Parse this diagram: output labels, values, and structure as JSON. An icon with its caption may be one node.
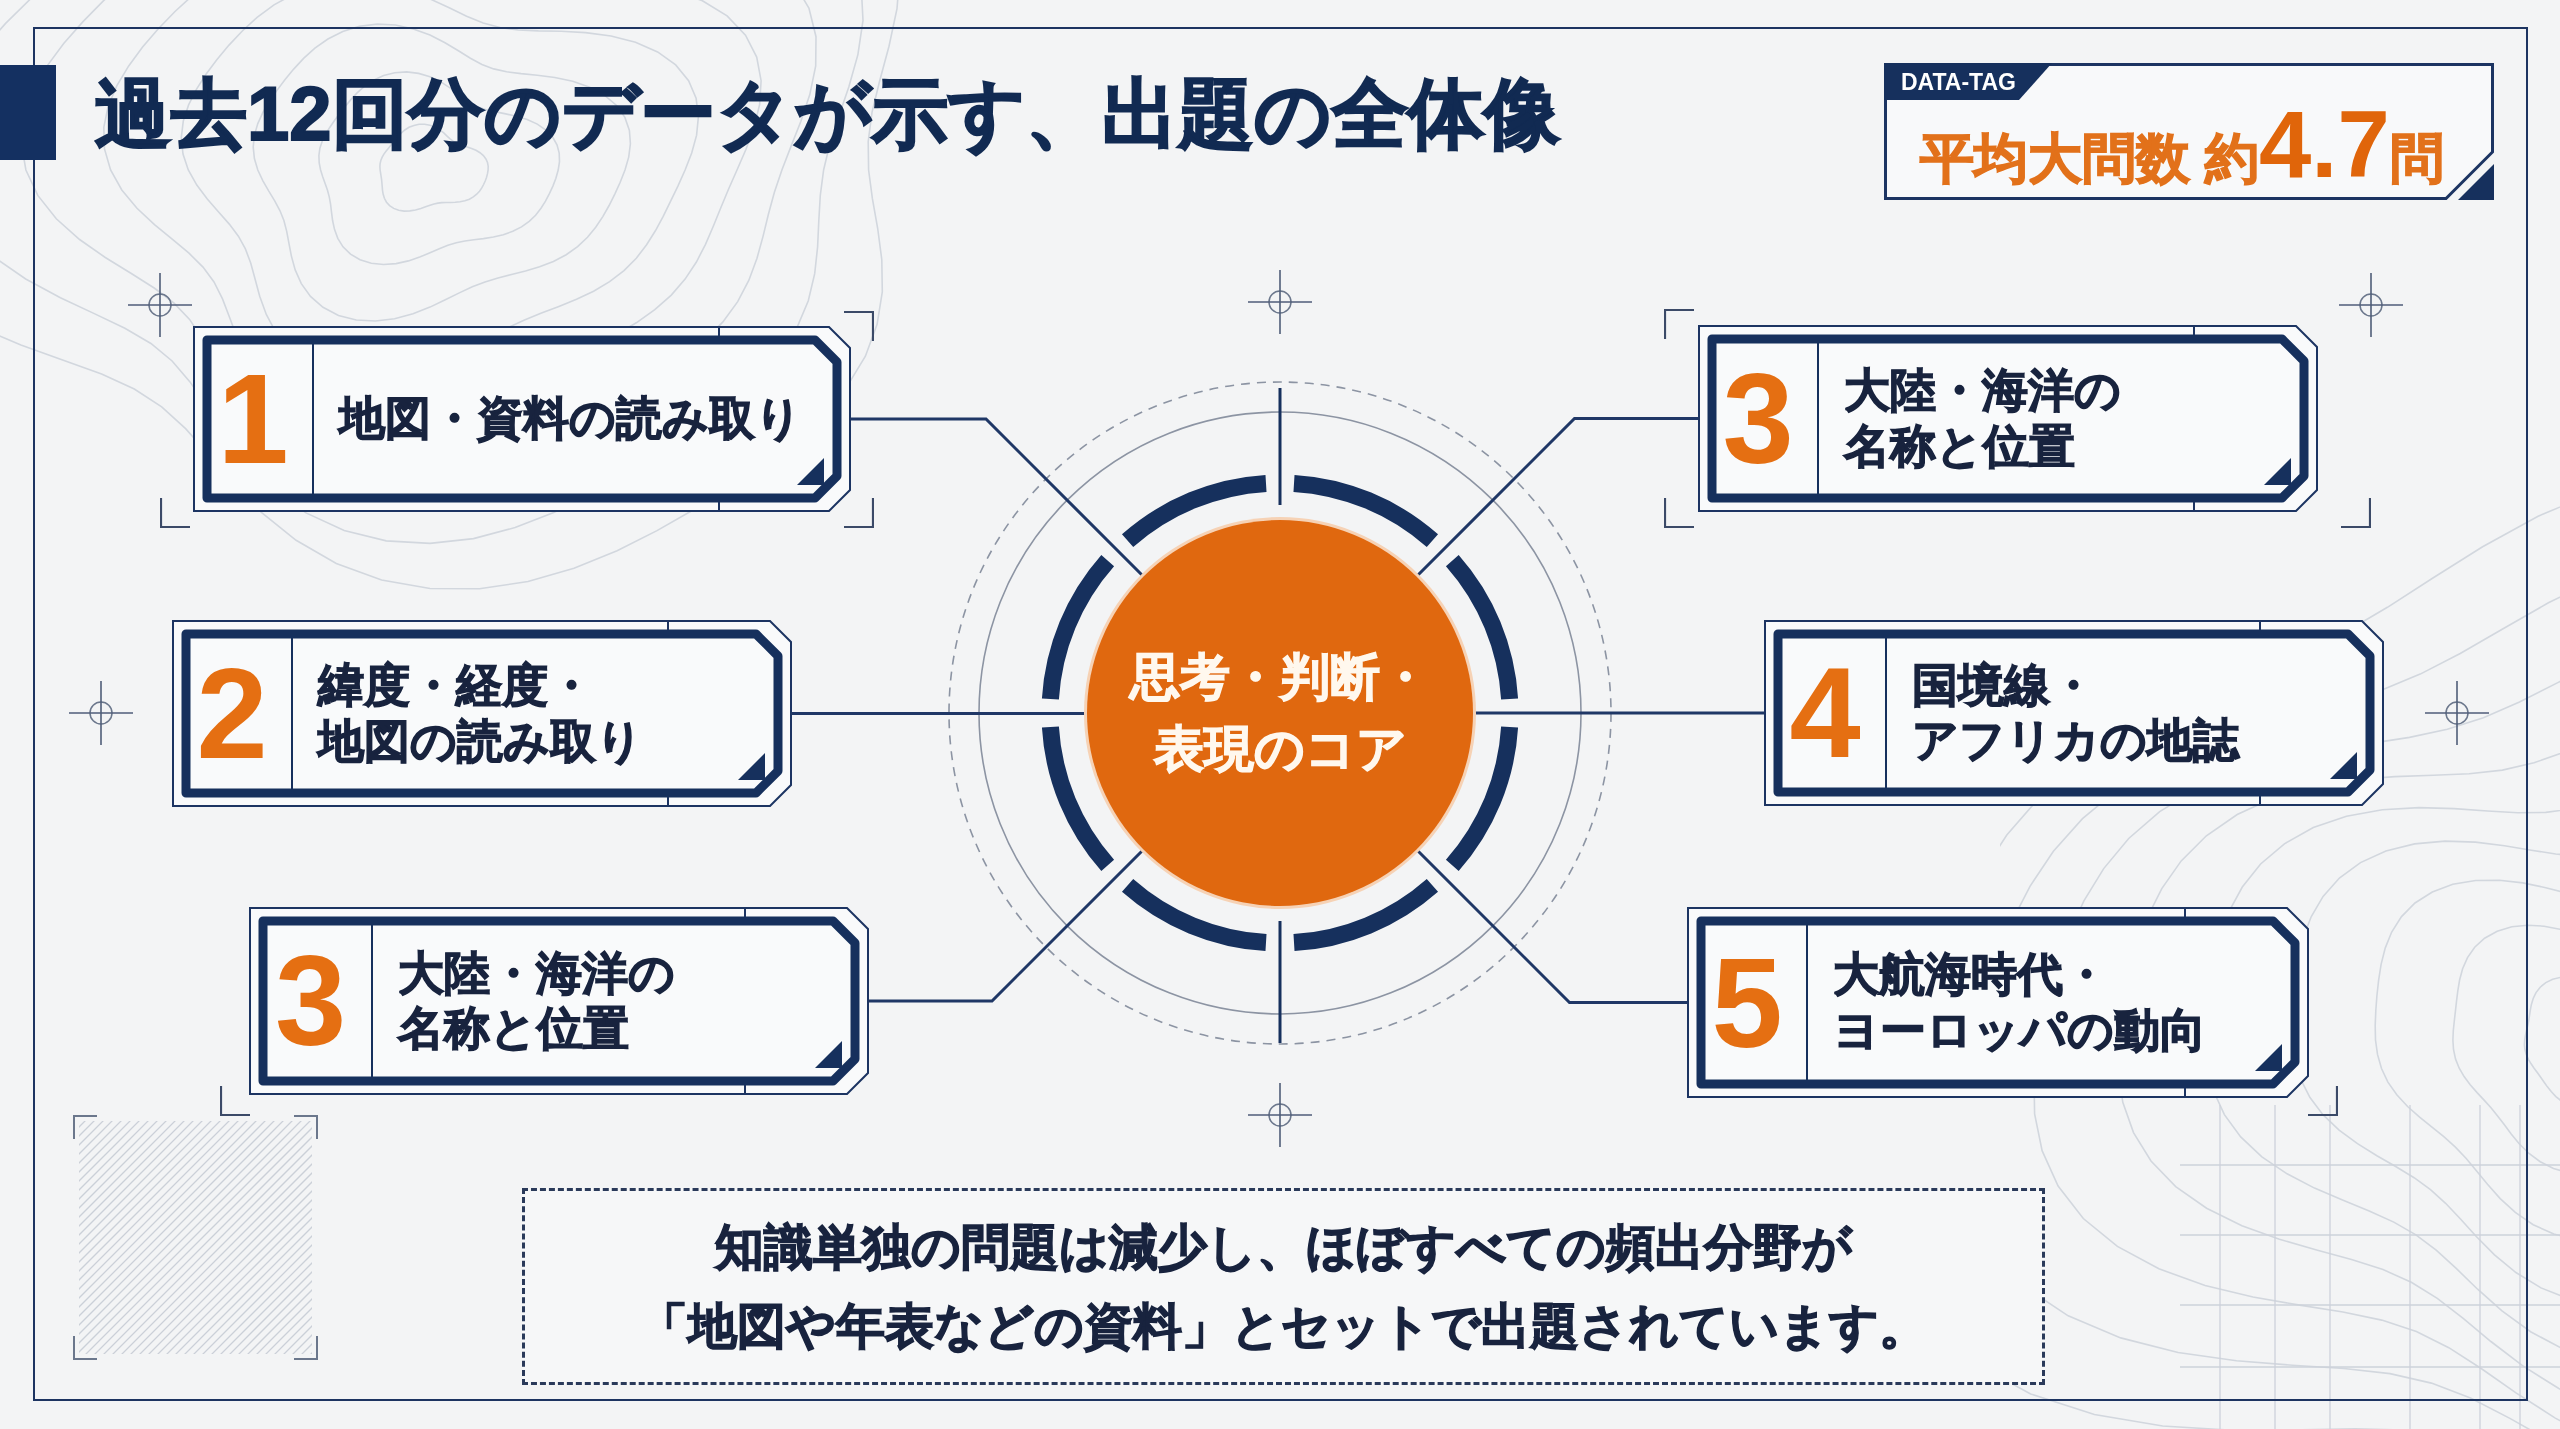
{
  "diagram": {
    "title": "過去12回分のデータが示す、出題の全体像",
    "nodes": [
      {
        "text": [
          "DATA-TAG",
          "平均大問数 約**4.7**問"
        ]
      },
      {
        "text": [
          "1",
          "地図・資料の読み取り"
        ]
      },
      {
        "text": [
          "3",
          "大陸・海洋の名称と位置"
        ]
      },
      {
        "text": [
          "2",
          "緯度・経度・地図の読み取り"
        ]
      },
      {
        "text": [
          "思考・判断・表現のコア"
        ]
      },
      {
        "text": [
          "4",
          "国境線・アフリカの地誌"
        ]
      },
      {
        "text": [
          "3",
          "大陸・海洋の名称と位置"
        ]
      },
      {
        "text": [
          "5",
          "大航海時代・ヨーロッパの動向"
        ]
      },
      {
        "text": [
          "知識単独の問題は減少し、ほぼすべての頻出分野が「地図や年表などの資料」とセットで出題されています。"
        ]
      }
    ],
    "edges": [
      {
        "from": 4,
        "to": 1,
        "arrow": "none"
      },
      {
        "from": 4,
        "to": 2,
        "arrow": "none"
      },
      {
        "from": 4,
        "to": 3,
        "arrow": "none"
      },
      {
        "from": 4,
        "to": 5,
        "arrow": "none"
      },
      {
        "from": 4,
        "to": 6,
        "arrow": "none"
      },
      {
        "from": 4,
        "to": 7,
        "arrow": "none"
      }
    ]
  }
}
